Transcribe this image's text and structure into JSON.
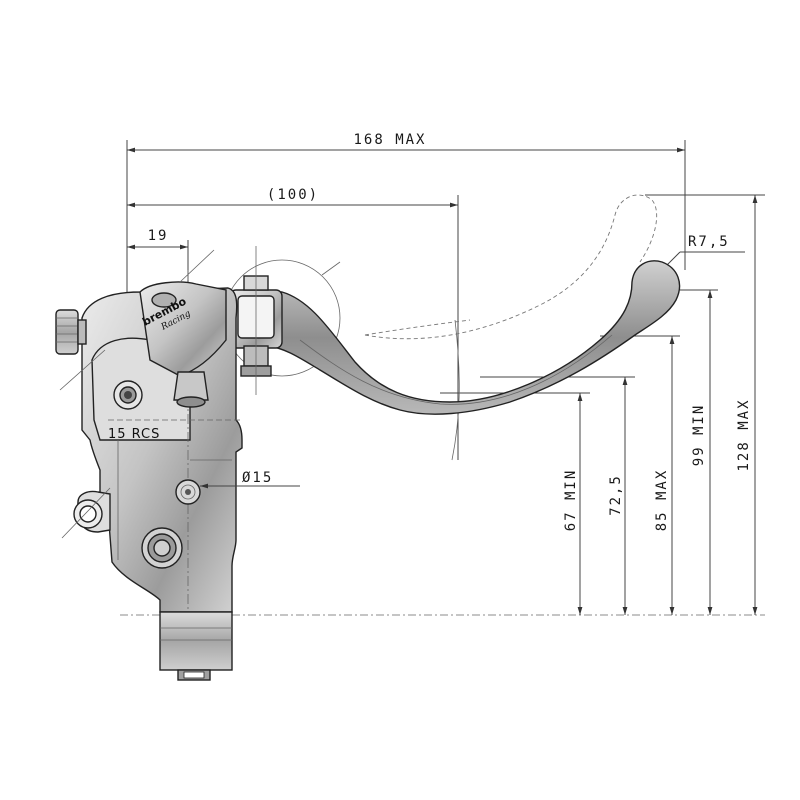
{
  "drawing": {
    "dimensions": {
      "overall_length": "168 MAX",
      "pivot_to_tip": "(100)",
      "body_offset": "19",
      "tip_radius": "R7,5",
      "bore": "Ø15",
      "height_67": "67 MIN",
      "height_72": "72,5",
      "height_85": "85 MAX",
      "height_99": "99 MIN",
      "height_128": "128 MAX"
    },
    "body_label": "15 RCS",
    "logo": {
      "brand": "brembo",
      "script": "Racing"
    }
  },
  "colors": {
    "line": "#222222",
    "metal_dark": "#9a9a9a",
    "metal_light": "#e3e3e3",
    "background": "#ffffff"
  }
}
